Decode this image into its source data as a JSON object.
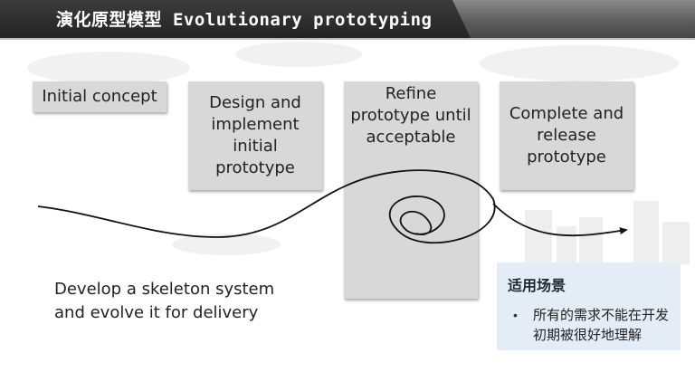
{
  "slide": {
    "title": "演化原型模型 Evolutionary prototyping"
  },
  "steps": [
    {
      "lines": [
        "Initial concept"
      ]
    },
    {
      "lines": [
        "Design and",
        "implement",
        "initial",
        "prototype"
      ]
    },
    {
      "lines": [
        "Refine",
        "prototype until",
        "acceptable"
      ]
    },
    {
      "lines": [
        "Complete and",
        "release",
        "prototype"
      ]
    }
  ],
  "caption": {
    "lines": [
      "Develop a skeleton system",
      "and evolve it for delivery"
    ]
  },
  "scenario": {
    "title": "适用场景",
    "bullet": "•",
    "text": "所有的需求不能在开发初期被很好地理解"
  },
  "colors": {
    "box": "#d8d8d8",
    "title_bar": "#2e2e2e",
    "scenario_bg": "#e4edf6"
  }
}
